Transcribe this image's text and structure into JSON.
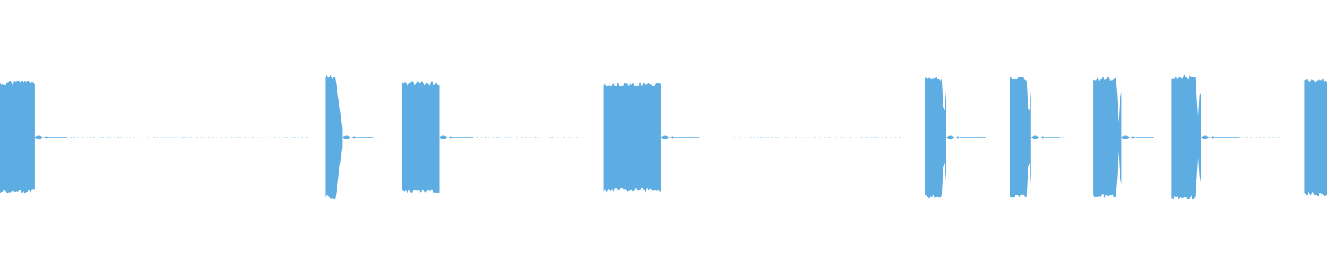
{
  "waveform": {
    "color": "#5dade2",
    "background": "#ffffff",
    "duration_fraction_note": "",
    "segments": [
      {
        "start": 0.0,
        "end": 0.026,
        "amplitude": 0.86,
        "shape": "block",
        "tail": "dot"
      },
      {
        "start": 0.245,
        "end": 0.258,
        "amplitude": 0.96,
        "shape": "decay",
        "tail": "dot"
      },
      {
        "start": 0.303,
        "end": 0.331,
        "amplitude": 0.86,
        "shape": "block",
        "tail": "dot"
      },
      {
        "start": 0.455,
        "end": 0.498,
        "amplitude": 0.84,
        "shape": "block",
        "tail": "dot"
      },
      {
        "start": 0.697,
        "end": 0.713,
        "amplitude": 0.93,
        "shape": "burst",
        "tail": "dot"
      },
      {
        "start": 0.761,
        "end": 0.777,
        "amplitude": 0.93,
        "shape": "burst",
        "tail": "dot"
      },
      {
        "start": 0.824,
        "end": 0.845,
        "amplitude": 0.93,
        "shape": "burst",
        "tail": "dot"
      },
      {
        "start": 0.883,
        "end": 0.905,
        "amplitude": 0.96,
        "shape": "burst",
        "tail": "dot"
      },
      {
        "start": 0.983,
        "end": 1.0,
        "amplitude": 0.9,
        "shape": "block",
        "tail": "none"
      }
    ],
    "quiet_regions": [
      {
        "start": 0.026,
        "end": 0.232
      },
      {
        "start": 0.258,
        "end": 0.286
      },
      {
        "start": 0.331,
        "end": 0.44
      },
      {
        "start": 0.498,
        "end": 0.525
      },
      {
        "start": 0.553,
        "end": 0.68
      },
      {
        "start": 0.713,
        "end": 0.741
      },
      {
        "start": 0.777,
        "end": 0.805
      },
      {
        "start": 0.845,
        "end": 0.87
      },
      {
        "start": 0.905,
        "end": 0.965
      }
    ]
  }
}
